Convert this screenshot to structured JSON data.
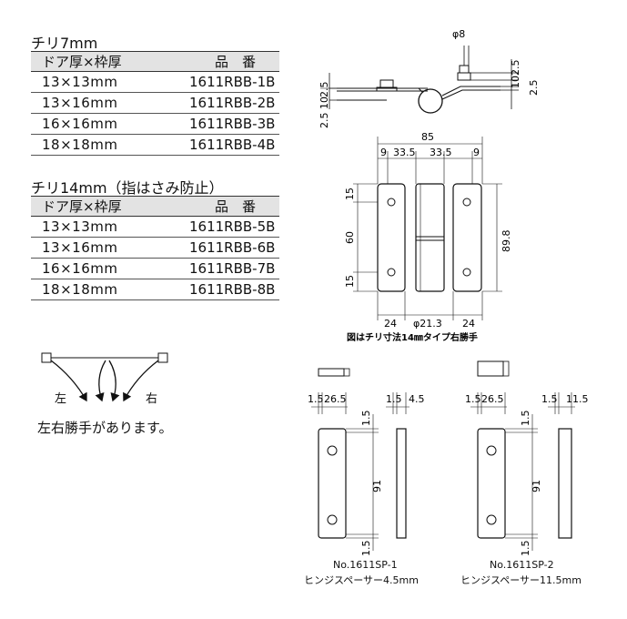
{
  "section1": {
    "title": "チリ7mm",
    "header": {
      "door": "ドア厚×枠厚",
      "part": "品　番"
    },
    "rows": [
      {
        "door": "13×13mm",
        "part": "1611RBB-1B"
      },
      {
        "door": "13×16mm",
        "part": "1611RBB-2B"
      },
      {
        "door": "16×16mm",
        "part": "1611RBB-3B"
      },
      {
        "door": "18×18mm",
        "part": "1611RBB-4B"
      }
    ]
  },
  "section2": {
    "title": "チリ14mm（指はさみ防止）",
    "header": {
      "door": "ドア厚×枠厚",
      "part": "品　番"
    },
    "rows": [
      {
        "door": "13×13mm",
        "part": "1611RBB-5B"
      },
      {
        "door": "13×16mm",
        "part": "1611RBB-6B"
      },
      {
        "door": "16×16mm",
        "part": "1611RBB-7B"
      },
      {
        "door": "18×18mm",
        "part": "1611RBB-8B"
      }
    ]
  },
  "handing": {
    "left": "左",
    "right": "右",
    "note": "左右勝手があります。"
  },
  "hinge_drawing": {
    "top_dims": {
      "phi": "φ8",
      "d2_5a": "2.5",
      "d10a": "10",
      "d2_5b": "2.5",
      "d2_5c": "2.5",
      "d2_5_10": "2.5 10"
    },
    "width_total": "85",
    "widths": [
      "9",
      "33.5",
      "33.5",
      "9"
    ],
    "heights_left": [
      "15",
      "60",
      "15"
    ],
    "height_total": "89.8",
    "bottom": {
      "left": "24",
      "center": "φ21.3",
      "right": "24"
    },
    "caption": "図はチリ寸法14㎜タイプ右勝手"
  },
  "spacer1": {
    "dims_top": {
      "a": "1.5",
      "b": "26.5",
      "c": "1.5",
      "d": "4.5"
    },
    "dims_side": {
      "top": "1.5",
      "mid": "91",
      "bottom": "1.5"
    },
    "name": "No.1611SP-1",
    "desc": "ヒンジスペーサー4.5mm"
  },
  "spacer2": {
    "dims_top": {
      "a": "1.5",
      "b": "26.5",
      "c": "1.5",
      "d": "11.5"
    },
    "dims_side": {
      "top": "1.5",
      "mid": "91",
      "bottom": "1.5"
    },
    "name": "No.1611SP-2",
    "desc": "ヒンジスペーサー11.5mm"
  }
}
